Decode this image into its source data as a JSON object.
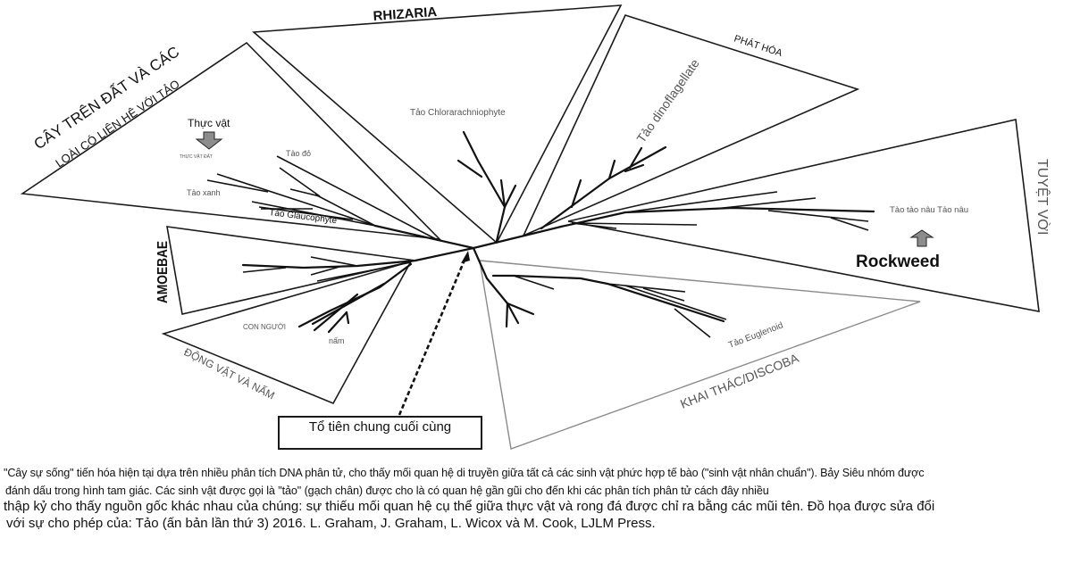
{
  "groups": {
    "plants": {
      "title_line1": "CÂY TRÊN ĐẤT VÀ CÁC",
      "title_line2": "LOÀI CÓ LIÊN HỆ VỚI TẢO"
    },
    "rhizaria": {
      "title": "RHIZARIA"
    },
    "alveolata": {
      "title": "PHÁT HÓA"
    },
    "stramenopiles": {
      "title": "TUYỆT VỜI"
    },
    "amoebae": {
      "title": "AMOEBAE"
    },
    "animals_fungi": {
      "title": "ĐỘNG VẬT VÀ NẤM"
    },
    "excavata": {
      "title": "KHAI THÁC/DISCOBA"
    }
  },
  "labels": {
    "plants_arrow": "Thực vật",
    "land_plants": "THỰC VẬT ĐẤT",
    "red_algae": "Tảo đỏ",
    "green_algae": "Tảo xanh",
    "glaucophyte": "Tảo Glaucophyte",
    "chlorarachniophyte": "Tảo Chlorarachniophyte",
    "dinoflagellate": "Tảo dinoflagellate",
    "brown_algae": "Tảo tảo nâu Tảo nâu",
    "rockweed": "Rockweed",
    "humans": "CON NGƯỜI",
    "fungi": "nấm",
    "euglenoid": "Tảo Euglenoid"
  },
  "ancestor": {
    "label": "Tổ tiên chung cuối cùng"
  },
  "caption": {
    "line1": "\"Cây sự sống\" tiến hóa hiện tại dựa trên nhiều phân tích DNA phân tử, cho thấy mối quan hệ di truyền giữa tất cả các sinh vật phức hợp tế bào (\"sinh vật nhân chuẩn\"). Bảy Siêu nhóm được",
    "line2": "đánh dấu trong hình tam giác. Các sinh vật được gọi là \"tảo\" (gạch chân) được cho là có quan hệ gần gũi cho đến khi các phân tích phân tử cách đây nhiều",
    "line3": "thập kỷ cho thấy nguồn gốc khác nhau của chúng: sự thiếu mối quan hệ cụ thể giữa thực vật và rong đá được chỉ ra bằng các mũi tên. Đồ họa được sửa đổi",
    "line4": "với sự cho phép của: Tảo (ấn bản lần thứ 3) 2016. L. Graham, J. Graham, L. Wicox và M. Cook, LJLM Press."
  },
  "colors": {
    "line": "#111111",
    "label": "#555555",
    "arrow_fill": "#8c8c8c",
    "excavata_outline": "#8a8a8a"
  }
}
